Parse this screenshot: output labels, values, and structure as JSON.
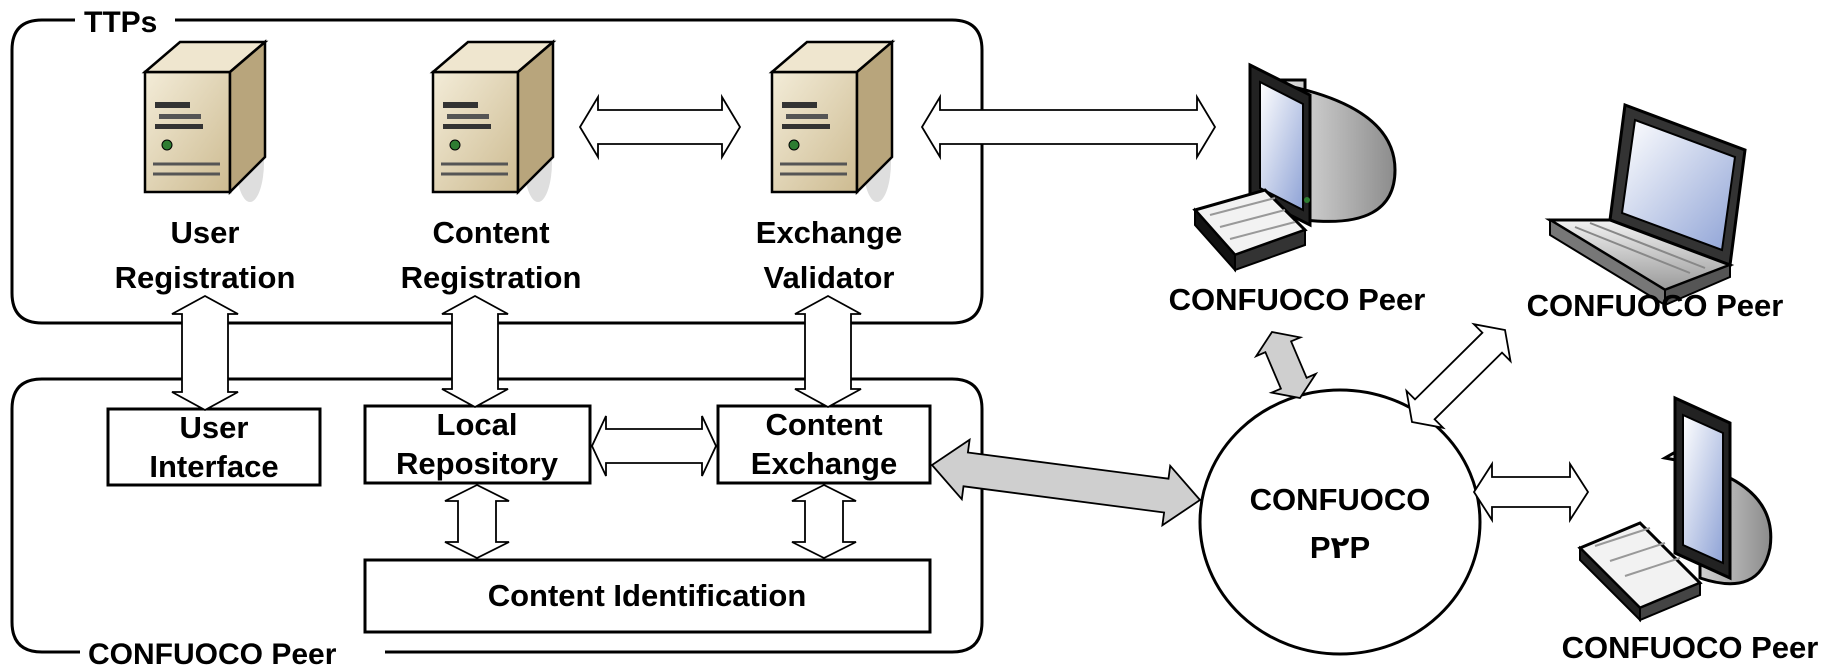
{
  "ttps_group": {
    "label": "TTPs"
  },
  "peer_group": {
    "label": "CONFUOCO Peer"
  },
  "servers": {
    "user_registration": {
      "line1": "User",
      "line2": "Registration"
    },
    "content_registration": {
      "line1": "Content",
      "line2": "Registration"
    },
    "exchange_validator": {
      "line1": "Exchange",
      "line2": "Validator"
    }
  },
  "modules": {
    "user_interface": {
      "line1": "User",
      "line2": "Interface"
    },
    "local_repository": {
      "line1": "Local",
      "line2": "Repository"
    },
    "content_exchange": {
      "line1": "Content",
      "line2": "Exchange"
    },
    "content_identification": {
      "label": "Content Identification"
    }
  },
  "network": {
    "line1": "CONFUOCO",
    "line2": "P٢P"
  },
  "remote_peers": [
    {
      "label": "CONFUOCO Peer",
      "device": "desktop-computer-icon"
    },
    {
      "label": "CONFUOCO Peer",
      "device": "laptop-computer-icon"
    },
    {
      "label": "CONFUOCO Peer",
      "device": "desktop-computer-icon"
    }
  ],
  "colors": {
    "server_body": "#e3d6b4",
    "server_side": "#b8a57c",
    "thick_arrow_fill": "#cfcfcf",
    "outline": "#000000"
  }
}
